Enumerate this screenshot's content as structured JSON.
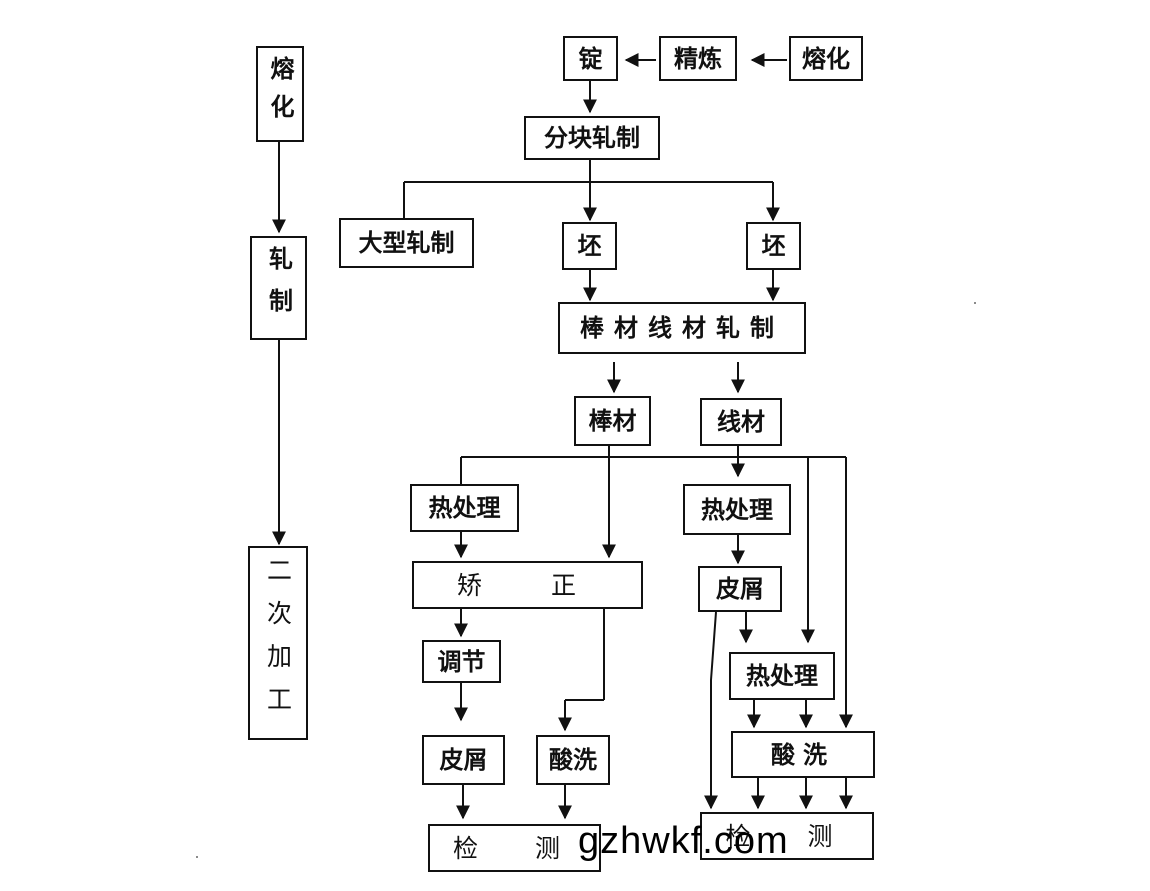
{
  "left_flow": {
    "melting": "熔化",
    "rolling": "轧制",
    "secondary_processing": "二次加工"
  },
  "top_flow": {
    "ingot": "锭",
    "refining": "精炼",
    "melting": "熔化",
    "blooming": "分块轧制",
    "large_rolling": "大型轧制",
    "billet_a": "坯",
    "billet_b": "坯",
    "bar_wire_rolling": "棒材线材轧制"
  },
  "bar_branch": {
    "bar": "棒材",
    "heat_treatment": "热处理",
    "straightening": "矫　正",
    "adjustment": "调节",
    "peeling": "皮屑",
    "pickling": "酸洗",
    "inspection": "检　测"
  },
  "wire_branch": {
    "wire": "线材",
    "heat_treatment_1": "热处理",
    "peeling": "皮屑",
    "heat_treatment_2": "热处理",
    "pickling": "酸洗",
    "inspection": "检　测"
  },
  "watermark": "gzhwkf.com"
}
